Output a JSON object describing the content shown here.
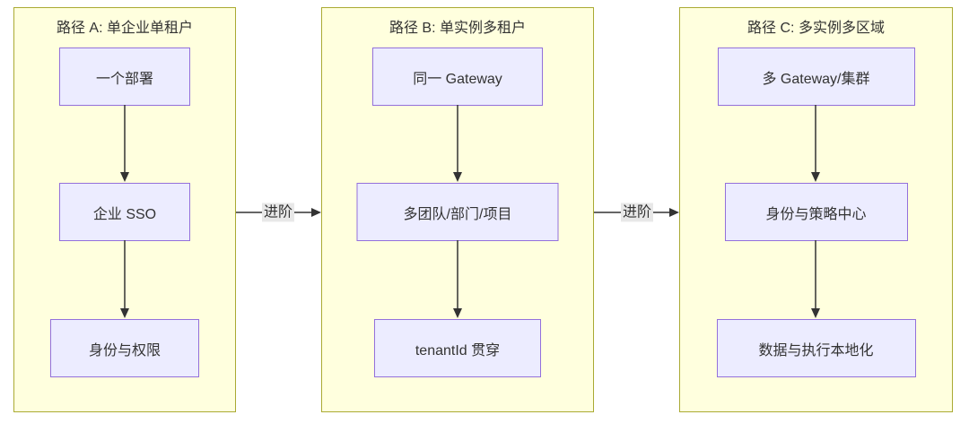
{
  "diagram": {
    "type": "flowchart",
    "clusters": [
      {
        "id": "A",
        "title": "路径 A: 单企业单租户",
        "nodes": [
          {
            "label": "一个部署"
          },
          {
            "label": "企业 SSO"
          },
          {
            "label": "身份与权限"
          }
        ]
      },
      {
        "id": "B",
        "title": "路径 B: 单实例多租户",
        "nodes": [
          {
            "label": "同一 Gateway"
          },
          {
            "label": "多团队/部门/项目"
          },
          {
            "label": "tenantId 贯穿"
          }
        ]
      },
      {
        "id": "C",
        "title": "路径 C: 多实例多区域",
        "nodes": [
          {
            "label": "多 Gateway/集群"
          },
          {
            "label": "身份与策略中心"
          },
          {
            "label": "数据与执行本地化"
          }
        ]
      }
    ],
    "edges": [
      {
        "from": "A.一个部署",
        "to": "A.企业 SSO",
        "label": ""
      },
      {
        "from": "A.企业 SSO",
        "to": "A.身份与权限",
        "label": ""
      },
      {
        "from": "B.同一 Gateway",
        "to": "B.多团队/部门/项目",
        "label": ""
      },
      {
        "from": "B.多团队/部门/项目",
        "to": "B.tenantId 贯穿",
        "label": ""
      },
      {
        "from": "C.多 Gateway/集群",
        "to": "C.身份与策略中心",
        "label": ""
      },
      {
        "from": "C.身份与策略中心",
        "to": "C.数据与执行本地化",
        "label": ""
      },
      {
        "from": "A",
        "to": "B",
        "label": "进阶"
      },
      {
        "from": "B",
        "to": "C",
        "label": "进阶"
      }
    ],
    "edge_labels": [
      {
        "label": "进阶"
      },
      {
        "label": "进阶"
      }
    ],
    "colors": {
      "cluster_fill": "#ffffde",
      "cluster_border": "#aaaa33",
      "node_fill": "#ececff",
      "node_border": "#9370db",
      "edge": "#333333",
      "edge_label_bg": "#e8e8e8",
      "text": "#333333",
      "background": "#ffffff"
    }
  }
}
